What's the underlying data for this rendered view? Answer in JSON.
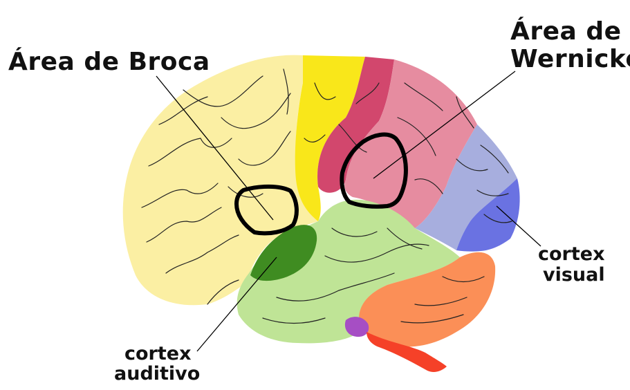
{
  "labels": {
    "broca": "Área de Broca",
    "wernicke_line1": "Área de",
    "wernicke_line2": "Wernicke",
    "visual_line1": "cortex",
    "visual_line2": "visual",
    "auditivo_line1": "cortex",
    "auditivo_line2": "auditivo"
  },
  "regions": {
    "frontal": {
      "color": "#fbefa3"
    },
    "motor": {
      "color": "#f9e71a"
    },
    "somatosensory": {
      "color": "#d2476d"
    },
    "parietal": {
      "color": "#e68ca0"
    },
    "occipital_upper": {
      "color": "#a7aede"
    },
    "visual": {
      "color": "#6a72e2"
    },
    "temporal": {
      "color": "#bfe496"
    },
    "auditory": {
      "color": "#3f8c21"
    },
    "cerebellum": {
      "color": "#fb8f57"
    },
    "pons": {
      "color": "#a64ec4"
    },
    "brainstem": {
      "color": "#f54128"
    }
  },
  "outline_color": "#000000"
}
